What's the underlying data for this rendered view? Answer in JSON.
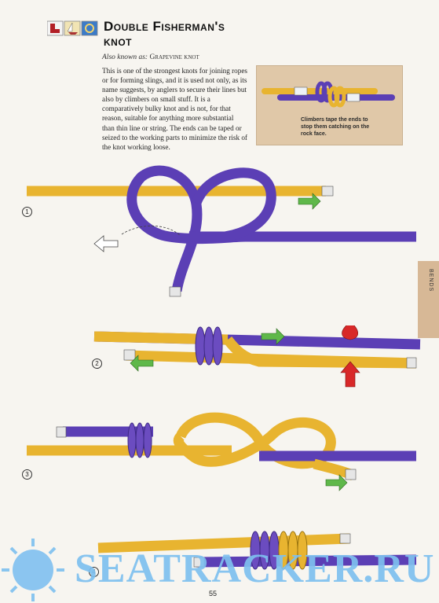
{
  "header": {
    "title": "Double Fisherman's knot",
    "aka_prefix": "Also known as: ",
    "aka_name": "Grapevine knot",
    "icon_names": [
      "boot-icon",
      "sailboat-icon",
      "rope-loop-icon"
    ]
  },
  "body": {
    "text": "This is one of the strongest knots for joining ropes or for forming slings, and it is used not only, as its name suggests, by anglers to secure their lines but also by climbers on small stuff. It is a comparatively bulky knot and is not, for that reason, suitable for anything more substantial than thin line or string. The ends can be taped or seized to the working parts to minimize the risk of the knot working loose."
  },
  "tip": {
    "text": "Climbers tape the ends to stop them catching on the rock face."
  },
  "side_tab": {
    "label": "BENDS"
  },
  "steps": [
    "1",
    "2",
    "3",
    "4"
  ],
  "watermark": "SEATRACKER.RU",
  "page_number": "55",
  "colors": {
    "yellow_rope": "#e8b430",
    "purple_rope": "#5b3fb5",
    "arrow_green": "#5fb84a",
    "arrow_red": "#d82828",
    "tip_box": "#e0c8a8",
    "tab": "#d7b896",
    "watermark": "#7ec0ef"
  }
}
